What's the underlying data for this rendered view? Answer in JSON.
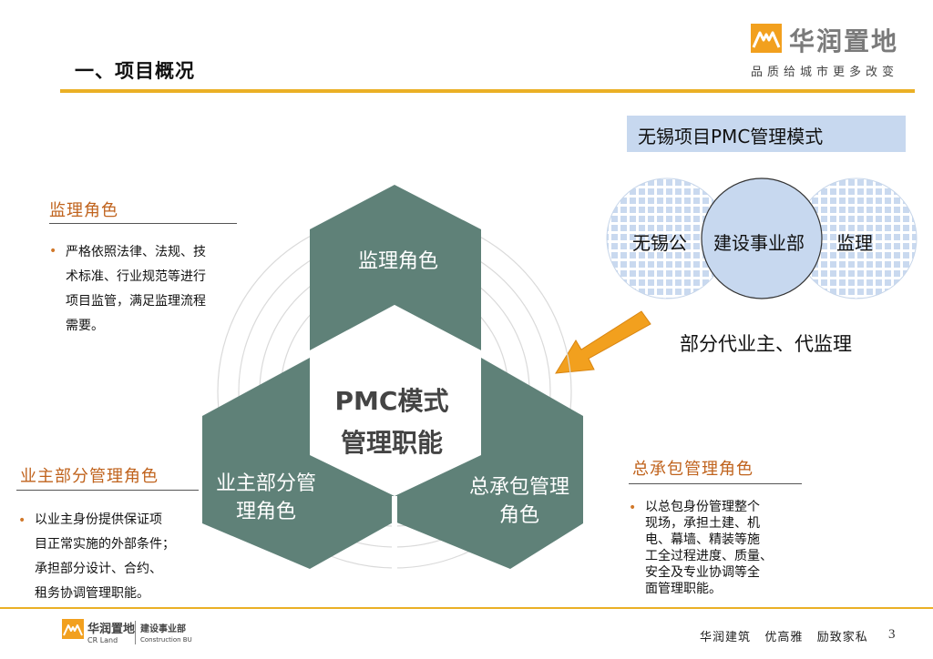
{
  "header": {
    "title": "一、项目概况",
    "logo_name": "华润置地",
    "logo_slogan": "品质给城市更多改变"
  },
  "pmc_panel": {
    "title": "无锡项目PMC管理模式",
    "venn_left": "无锡公",
    "venn_center": "建设事业部",
    "venn_right": "监理",
    "caption": "部分代业主、代监理"
  },
  "sections": {
    "supervision": {
      "heading": "监理角色",
      "lines": [
        "严格依照法律、法规、技",
        "术标准、行业规范等进行",
        "项目监管，满足监理流程",
        "需要。"
      ]
    },
    "owner": {
      "heading": "业主部分管理角色",
      "lines": [
        "以业主身份提供保证项",
        "目正常实施的外部条件；",
        "承担部分设计、合约、",
        "租务协调管理职能。"
      ]
    },
    "contractor": {
      "heading": "总承包管理角色",
      "lines": [
        "以总包身份管理整个",
        "现场，承担土建、机",
        "电、幕墙、精装等施",
        "工全过程进度、质量、",
        "安全及专业协调等全",
        "面管理职能。"
      ]
    }
  },
  "diagram": {
    "center_line1": "PMC模式",
    "center_line2": "管理职能",
    "top_label": "监理角色",
    "left_line1": "业主部分管",
    "left_line2": "理角色",
    "right_line1": "总承包管理",
    "right_line2": "角色"
  },
  "footer": {
    "logo_name": "华润置地",
    "logo_sub": "CR Land",
    "unit_name": "建设事业部",
    "unit_sub": "Construction BU",
    "slogan": "华润建筑   优高雅   励致家私",
    "page_number": "3"
  },
  "colors": {
    "accent": "#eab025",
    "hex_fill": "#5f8178",
    "heading_orange": "#c0631d",
    "arrow": "#f2a01e",
    "venn_blue": "#c7d8ef"
  }
}
